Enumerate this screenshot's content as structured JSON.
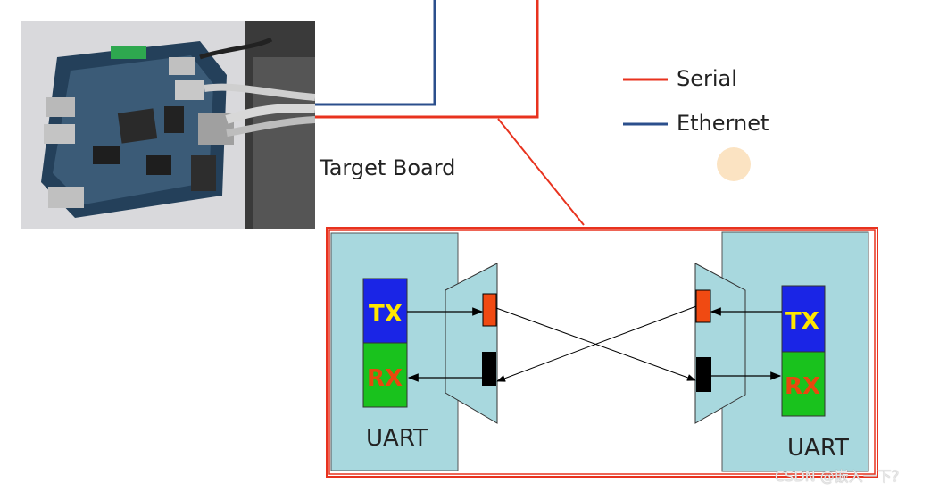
{
  "photo": {
    "caption": "Target Board"
  },
  "legend": {
    "items": [
      {
        "label": "Serial",
        "color": "#e8321e"
      },
      {
        "label": "Ethernet",
        "color": "#2b4f8c"
      }
    ]
  },
  "diagram": {
    "left_uart": {
      "tx": "TX",
      "rx": "RX",
      "label": "UART"
    },
    "right_uart": {
      "tx": "TX",
      "rx": "RX",
      "label": "UART"
    },
    "colors": {
      "uart_fill": "#a8d8de",
      "tx_fill": "#1a25e6",
      "rx_fill": "#19c21d",
      "tx_text": "#ffe600",
      "rx_text": "#e8480e",
      "pin_orange": "#f04a12",
      "pin_black": "#000000",
      "frame": "#e8321e"
    }
  },
  "watermark": "CSDN @嵌入一下？"
}
